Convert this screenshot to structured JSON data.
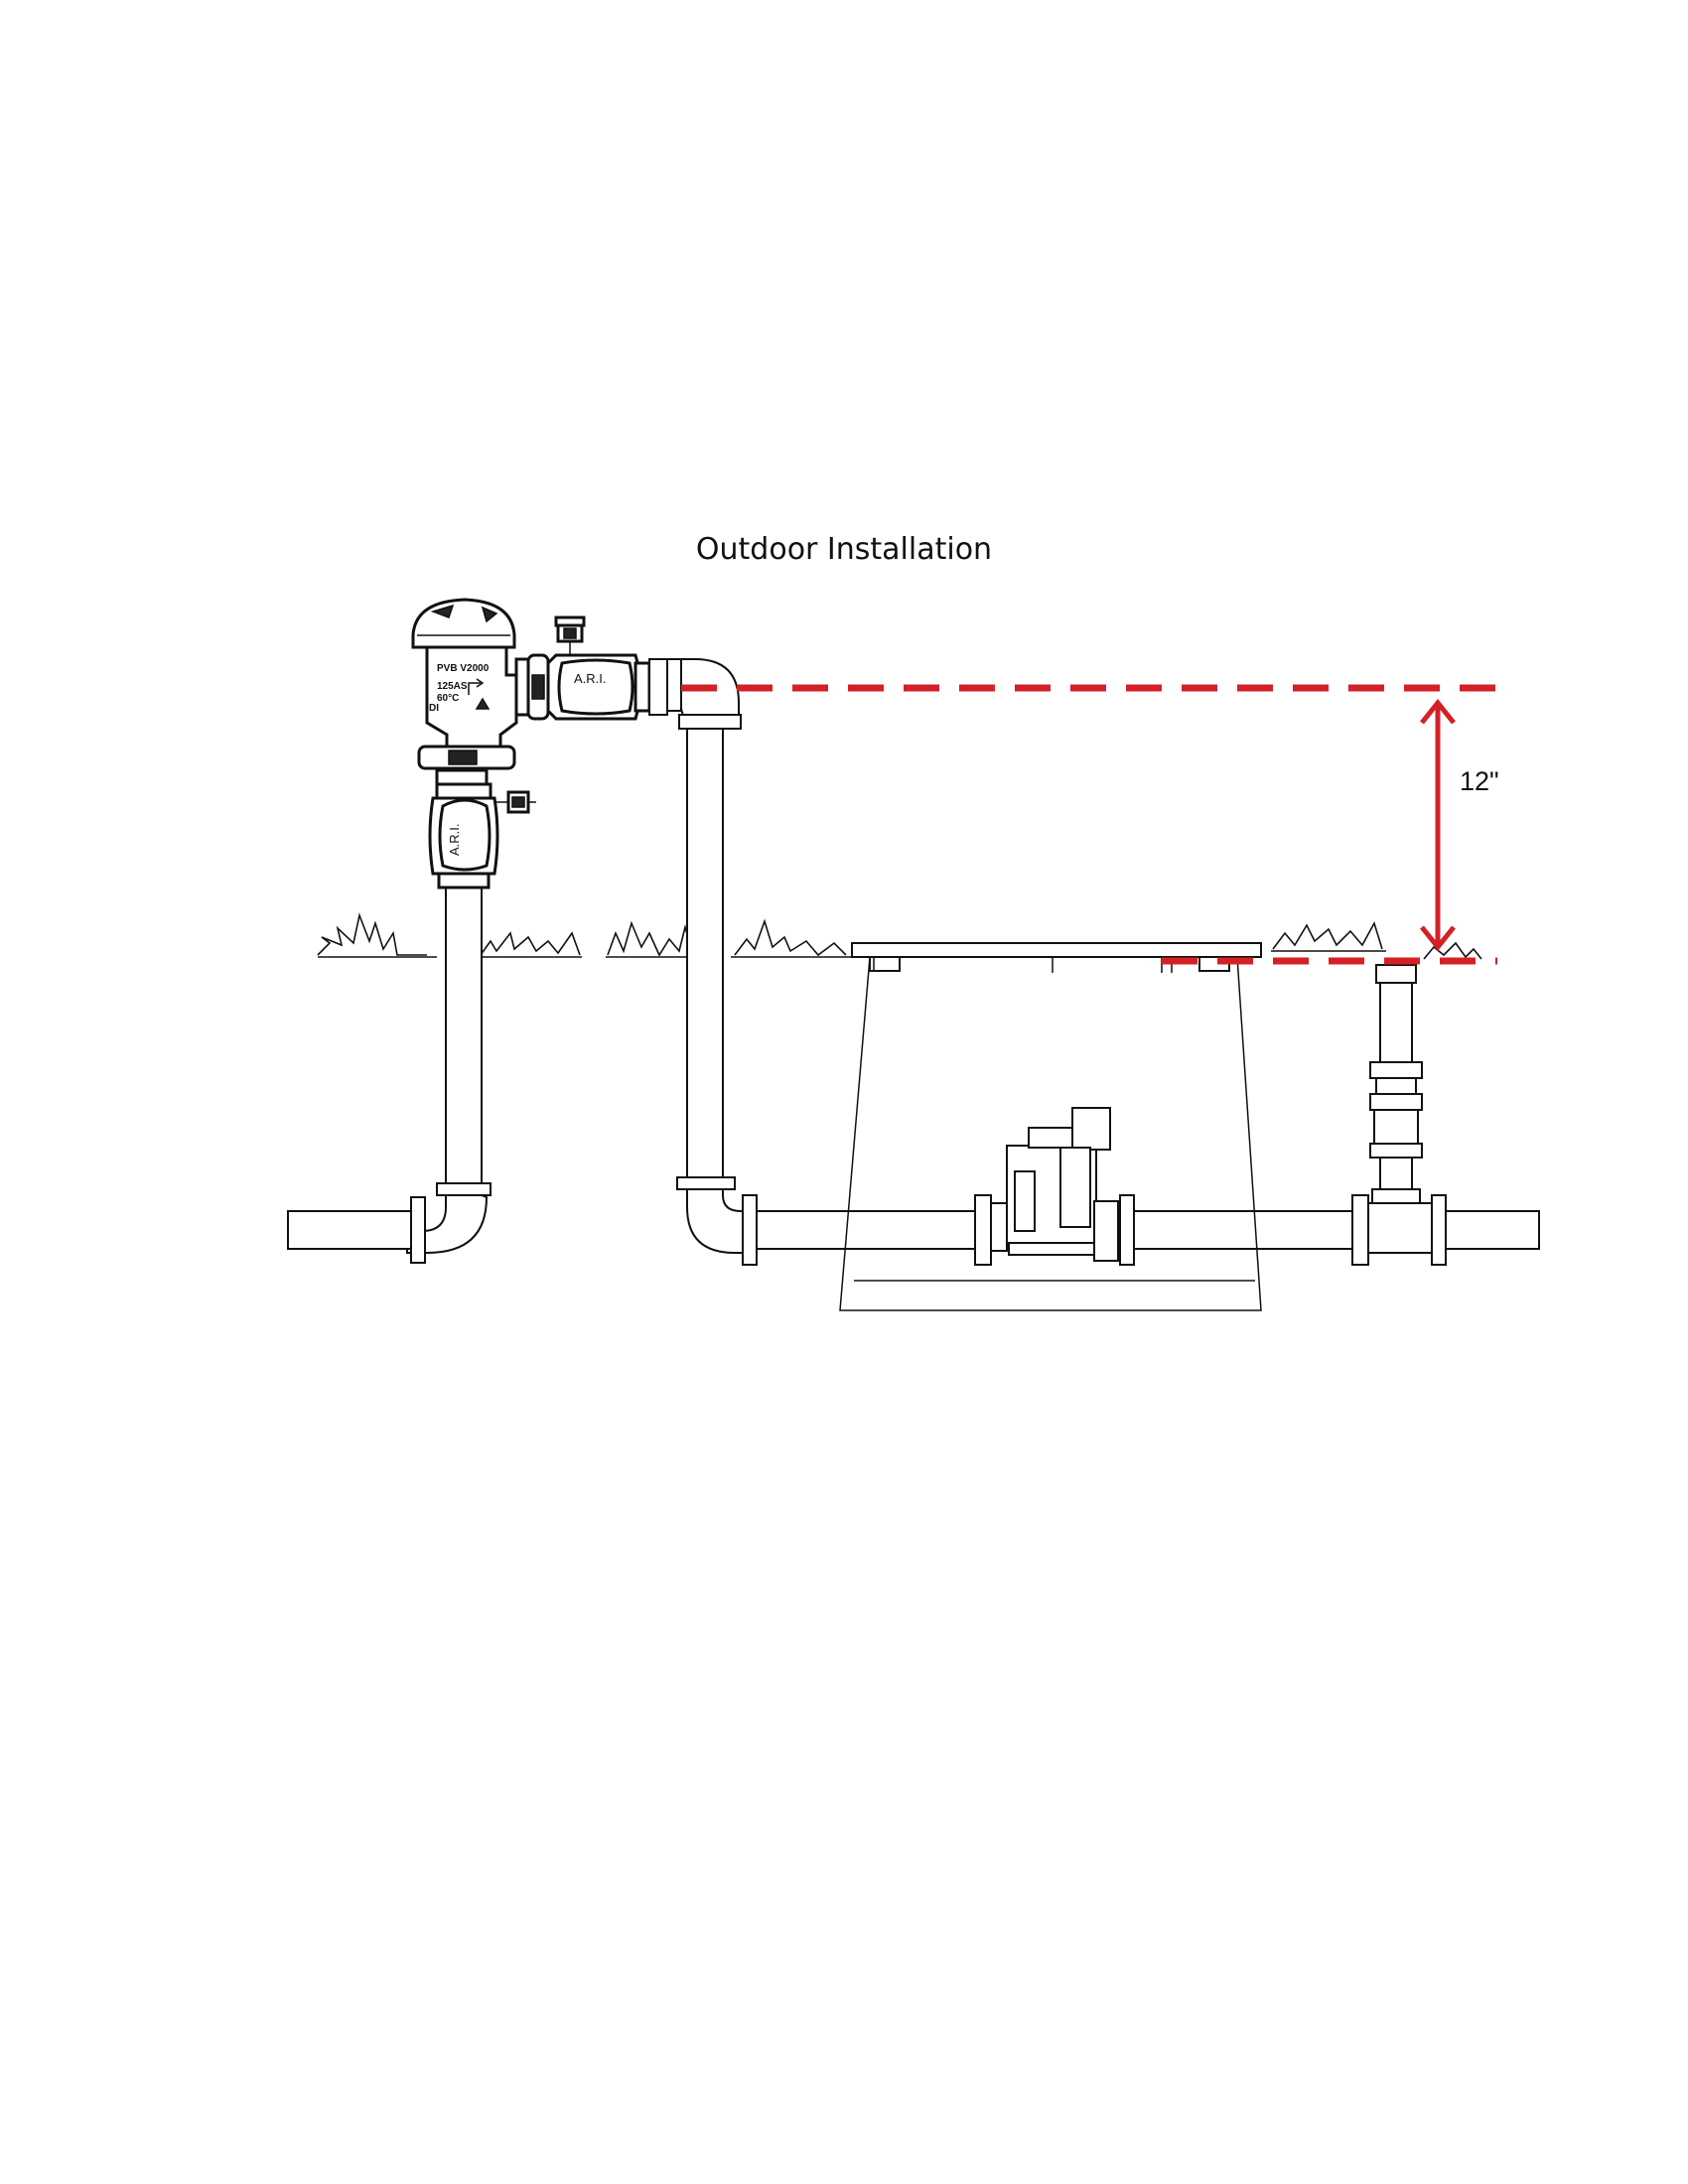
{
  "diagram": {
    "title": "Outdoor Installation",
    "dimension_label": "12\"",
    "upper_valve_label": "A.R.I.",
    "lower_valve_label": "A.R.I.",
    "backflow_marking_line1": "PVB V2000",
    "backflow_marking_line2": "125AS",
    "backflow_marking_line3": "60°C",
    "backflow_marking_line4": "DI",
    "colors": {
      "line": "#111111",
      "dimension": "#d42027",
      "background": "#ffffff"
    }
  }
}
